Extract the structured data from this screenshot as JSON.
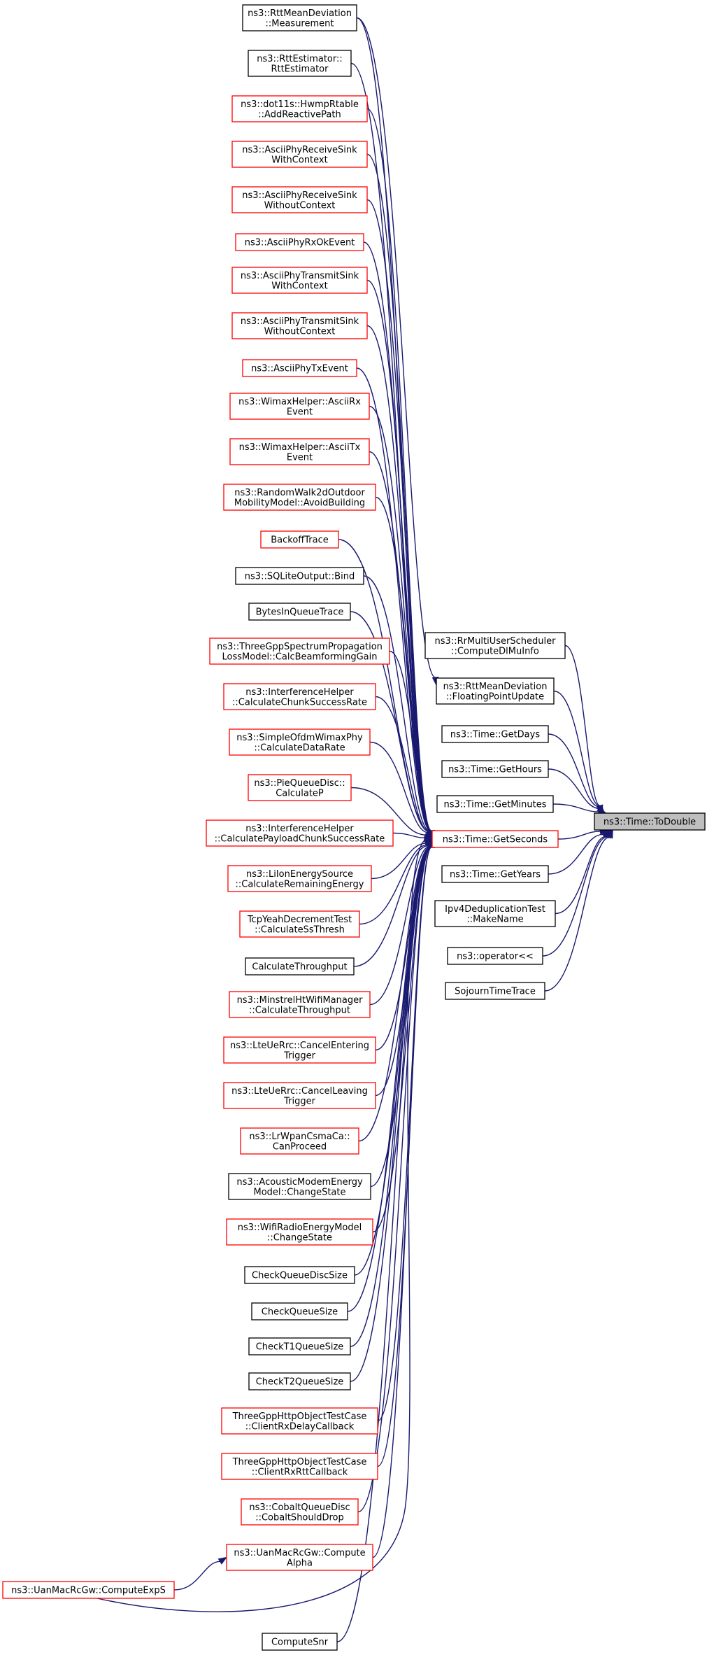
{
  "colors": {
    "edge": "#191970",
    "node_border_black": "#000000",
    "node_border_red": "#ff0000",
    "target_fill": "#bfbfbf",
    "node_fill": "#ffffff"
  },
  "diagram": {
    "target": {
      "lines": [
        "ns3::Time::ToDouble"
      ]
    },
    "middle": [
      {
        "id": "m_dlmu",
        "lines": [
          "ns3::RrMultiUserScheduler",
          "::ComputeDlMuInfo"
        ],
        "border": "black"
      },
      {
        "id": "m_rttfp",
        "lines": [
          "ns3::RttMeanDeviation",
          "::FloatingPointUpdate"
        ],
        "border": "black"
      },
      {
        "id": "m_days",
        "lines": [
          "ns3::Time::GetDays"
        ],
        "border": "black"
      },
      {
        "id": "m_hours",
        "lines": [
          "ns3::Time::GetHours"
        ],
        "border": "black"
      },
      {
        "id": "m_minutes",
        "lines": [
          "ns3::Time::GetMinutes"
        ],
        "border": "black"
      },
      {
        "id": "m_seconds",
        "lines": [
          "ns3::Time::GetSeconds"
        ],
        "border": "red"
      },
      {
        "id": "m_years",
        "lines": [
          "ns3::Time::GetYears"
        ],
        "border": "black"
      },
      {
        "id": "m_ipv4",
        "lines": [
          "Ipv4DeduplicationTest",
          "::MakeName"
        ],
        "border": "black"
      },
      {
        "id": "m_oper",
        "lines": [
          "ns3::operator<<"
        ],
        "border": "black"
      },
      {
        "id": "m_sojourn",
        "lines": [
          "SojournTimeTrace"
        ],
        "border": "black"
      }
    ],
    "callers": [
      {
        "lines": [
          "ns3::RttMeanDeviation",
          "::Measurement"
        ],
        "border": "black"
      },
      {
        "lines": [
          "ns3::RttEstimator::",
          "RttEstimator"
        ],
        "border": "black"
      },
      {
        "lines": [
          "ns3::dot11s::HwmpRtable",
          "::AddReactivePath"
        ],
        "border": "red"
      },
      {
        "lines": [
          "ns3::AsciiPhyReceiveSink",
          "WithContext"
        ],
        "border": "red"
      },
      {
        "lines": [
          "ns3::AsciiPhyReceiveSink",
          "WithoutContext"
        ],
        "border": "red"
      },
      {
        "lines": [
          "ns3::AsciiPhyRxOkEvent"
        ],
        "border": "red"
      },
      {
        "lines": [
          "ns3::AsciiPhyTransmitSink",
          "WithContext"
        ],
        "border": "red"
      },
      {
        "lines": [
          "ns3::AsciiPhyTransmitSink",
          "WithoutContext"
        ],
        "border": "red"
      },
      {
        "lines": [
          "ns3::AsciiPhyTxEvent"
        ],
        "border": "red"
      },
      {
        "lines": [
          "ns3::WimaxHelper::AsciiRx",
          "Event"
        ],
        "border": "red"
      },
      {
        "lines": [
          "ns3::WimaxHelper::AsciiTx",
          "Event"
        ],
        "border": "red"
      },
      {
        "lines": [
          "ns3::RandomWalk2dOutdoor",
          "MobilityModel::AvoidBuilding"
        ],
        "border": "red"
      },
      {
        "lines": [
          "BackoffTrace"
        ],
        "border": "red"
      },
      {
        "lines": [
          "ns3::SQLiteOutput::Bind"
        ],
        "border": "black"
      },
      {
        "lines": [
          "BytesInQueueTrace"
        ],
        "border": "black"
      },
      {
        "lines": [
          "ns3::ThreeGppSpectrumPropagation",
          "LossModel::CalcBeamformingGain"
        ],
        "border": "red"
      },
      {
        "lines": [
          "ns3::InterferenceHelper",
          "::CalculateChunkSuccessRate"
        ],
        "border": "red"
      },
      {
        "lines": [
          "ns3::SimpleOfdmWimaxPhy",
          "::CalculateDataRate"
        ],
        "border": "red"
      },
      {
        "lines": [
          "ns3::PieQueueDisc::",
          "CalculateP"
        ],
        "border": "red"
      },
      {
        "lines": [
          "ns3::InterferenceHelper",
          "::CalculatePayloadChunkSuccessRate"
        ],
        "border": "red"
      },
      {
        "lines": [
          "ns3::LiIonEnergySource",
          "::CalculateRemainingEnergy"
        ],
        "border": "red"
      },
      {
        "lines": [
          "TcpYeahDecrementTest",
          "::CalculateSsThresh"
        ],
        "border": "red"
      },
      {
        "lines": [
          "CalculateThroughput"
        ],
        "border": "black"
      },
      {
        "lines": [
          "ns3::MinstrelHtWifiManager",
          "::CalculateThroughput"
        ],
        "border": "red"
      },
      {
        "lines": [
          "ns3::LteUeRrc::CancelEntering",
          "Trigger"
        ],
        "border": "red"
      },
      {
        "lines": [
          "ns3::LteUeRrc::CancelLeaving",
          "Trigger"
        ],
        "border": "red"
      },
      {
        "lines": [
          "ns3::LrWpanCsmaCa::",
          "CanProceed"
        ],
        "border": "red"
      },
      {
        "lines": [
          "ns3::AcousticModemEnergy",
          "Model::ChangeState"
        ],
        "border": "black"
      },
      {
        "lines": [
          "ns3::WifiRadioEnergyModel",
          "::ChangeState"
        ],
        "border": "red"
      },
      {
        "lines": [
          "CheckQueueDiscSize"
        ],
        "border": "black"
      },
      {
        "lines": [
          "CheckQueueSize"
        ],
        "border": "black"
      },
      {
        "lines": [
          "CheckT1QueueSize"
        ],
        "border": "black"
      },
      {
        "lines": [
          "CheckT2QueueSize"
        ],
        "border": "black"
      },
      {
        "lines": [
          "ThreeGppHttpObjectTestCase",
          "::ClientRxDelayCallback"
        ],
        "border": "red"
      },
      {
        "lines": [
          "ThreeGppHttpObjectTestCase",
          "::ClientRxRttCallback"
        ],
        "border": "red"
      },
      {
        "lines": [
          "ns3::CobaltQueueDisc",
          "::CobaltShouldDrop"
        ],
        "border": "red"
      },
      {
        "lines": [
          "ns3::UanMacRcGw::Compute",
          "Alpha"
        ],
        "border": "red"
      },
      {
        "lines": [
          "ComputeSnr"
        ],
        "border": "black"
      }
    ],
    "far_left": {
      "lines": [
        "ns3::UanMacRcGw::ComputeExpS"
      ],
      "border": "red"
    }
  }
}
